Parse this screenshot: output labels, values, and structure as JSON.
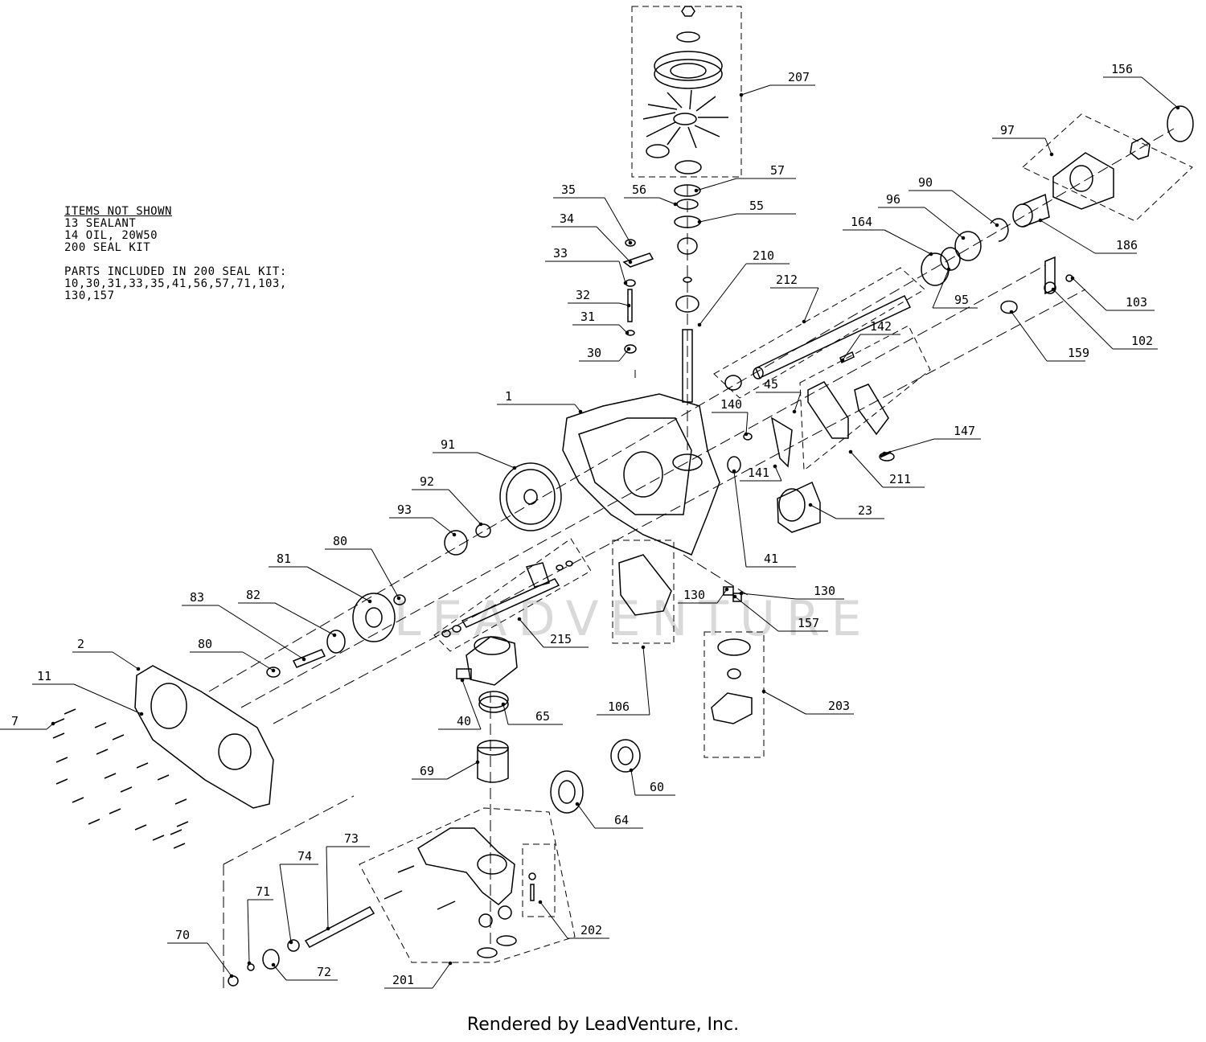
{
  "notes": {
    "heading": "ITEMS NOT SHOWN",
    "items": [
      "13 SEALANT",
      "14 OIL, 20W50",
      "200 SEAL KIT"
    ],
    "kit_heading": "PARTS INCLUDED IN 200 SEAL KIT:",
    "kit_lines": [
      "10,30,31,33,35,41,56,57,71,103,",
      "130,157"
    ]
  },
  "callouts": [
    "1",
    "2",
    "7",
    "11",
    "23",
    "30",
    "31",
    "32",
    "33",
    "34",
    "35",
    "40",
    "41",
    "45",
    "55",
    "56",
    "57",
    "60",
    "64",
    "65",
    "69",
    "70",
    "71",
    "72",
    "73",
    "74",
    "80",
    "80",
    "81",
    "82",
    "83",
    "90",
    "91",
    "92",
    "93",
    "95",
    "96",
    "97",
    "102",
    "103",
    "106",
    "130",
    "130",
    "140",
    "141",
    "142",
    "147",
    "156",
    "157",
    "159",
    "164",
    "186",
    "201",
    "202",
    "203",
    "207",
    "210",
    "211",
    "212",
    "215"
  ],
  "watermark": "LEADVENTURE",
  "footer": "Rendered by LeadVenture, Inc."
}
